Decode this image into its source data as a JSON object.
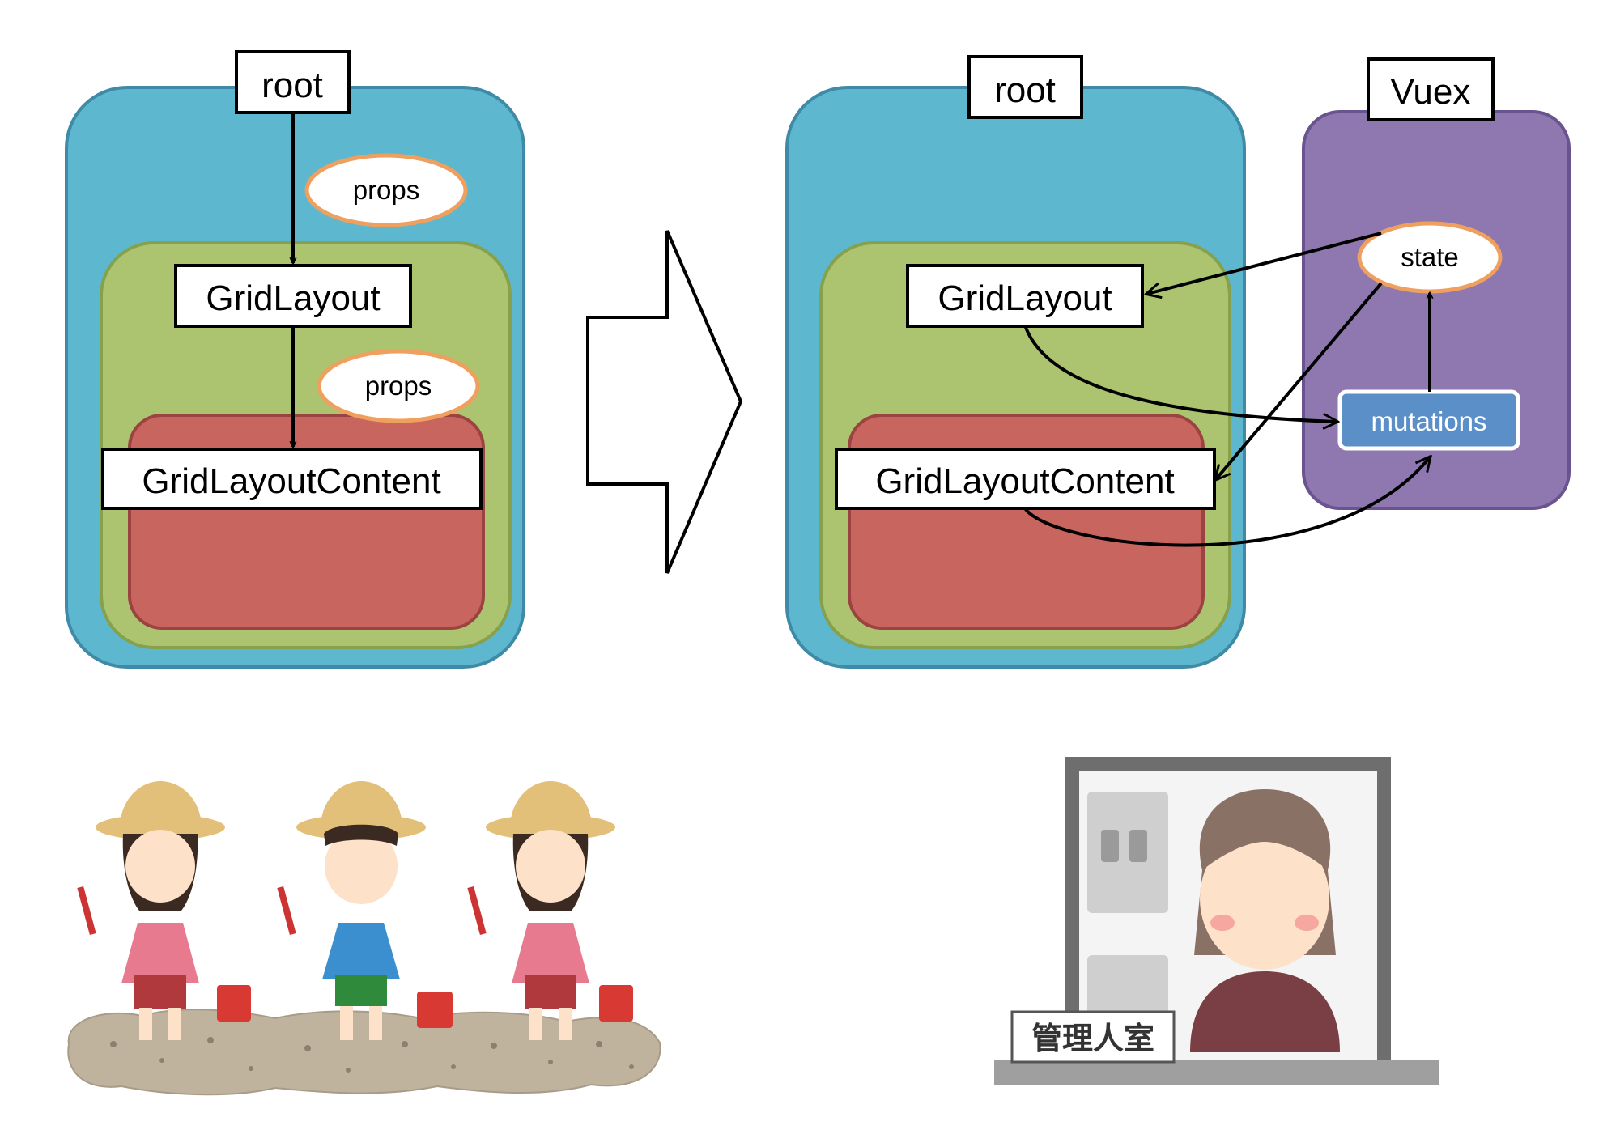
{
  "colors": {
    "root_fill": "#5db8cf",
    "root_stroke": "#3f8aa6",
    "grid_fill": "#acc36f",
    "grid_stroke": "#86a04b",
    "content_fill": "#c9655f",
    "content_stroke": "#9b4340",
    "vuex_fill": "#8f78b0",
    "vuex_stroke": "#6a5490",
    "props_stroke": "#f0a05e",
    "mutations_fill": "#5b8fc8",
    "arrow_fill": "#ffffff",
    "line": "#000000"
  },
  "left_diagram": {
    "root_label": "root",
    "props_top": "props",
    "gridlayout_label": "GridLayout",
    "props_bottom": "props",
    "content_label": "GridLayoutContent"
  },
  "right_diagram": {
    "root_label": "root",
    "vuex_label": "Vuex",
    "state_label": "state",
    "gridlayout_label": "GridLayout",
    "mutations_label": "mutations",
    "content_label": "GridLayoutContent"
  },
  "illustrations": {
    "farmers": "children-farming-illustration",
    "manager": "building-manager-illustration",
    "manager_sign": "管理人室"
  }
}
